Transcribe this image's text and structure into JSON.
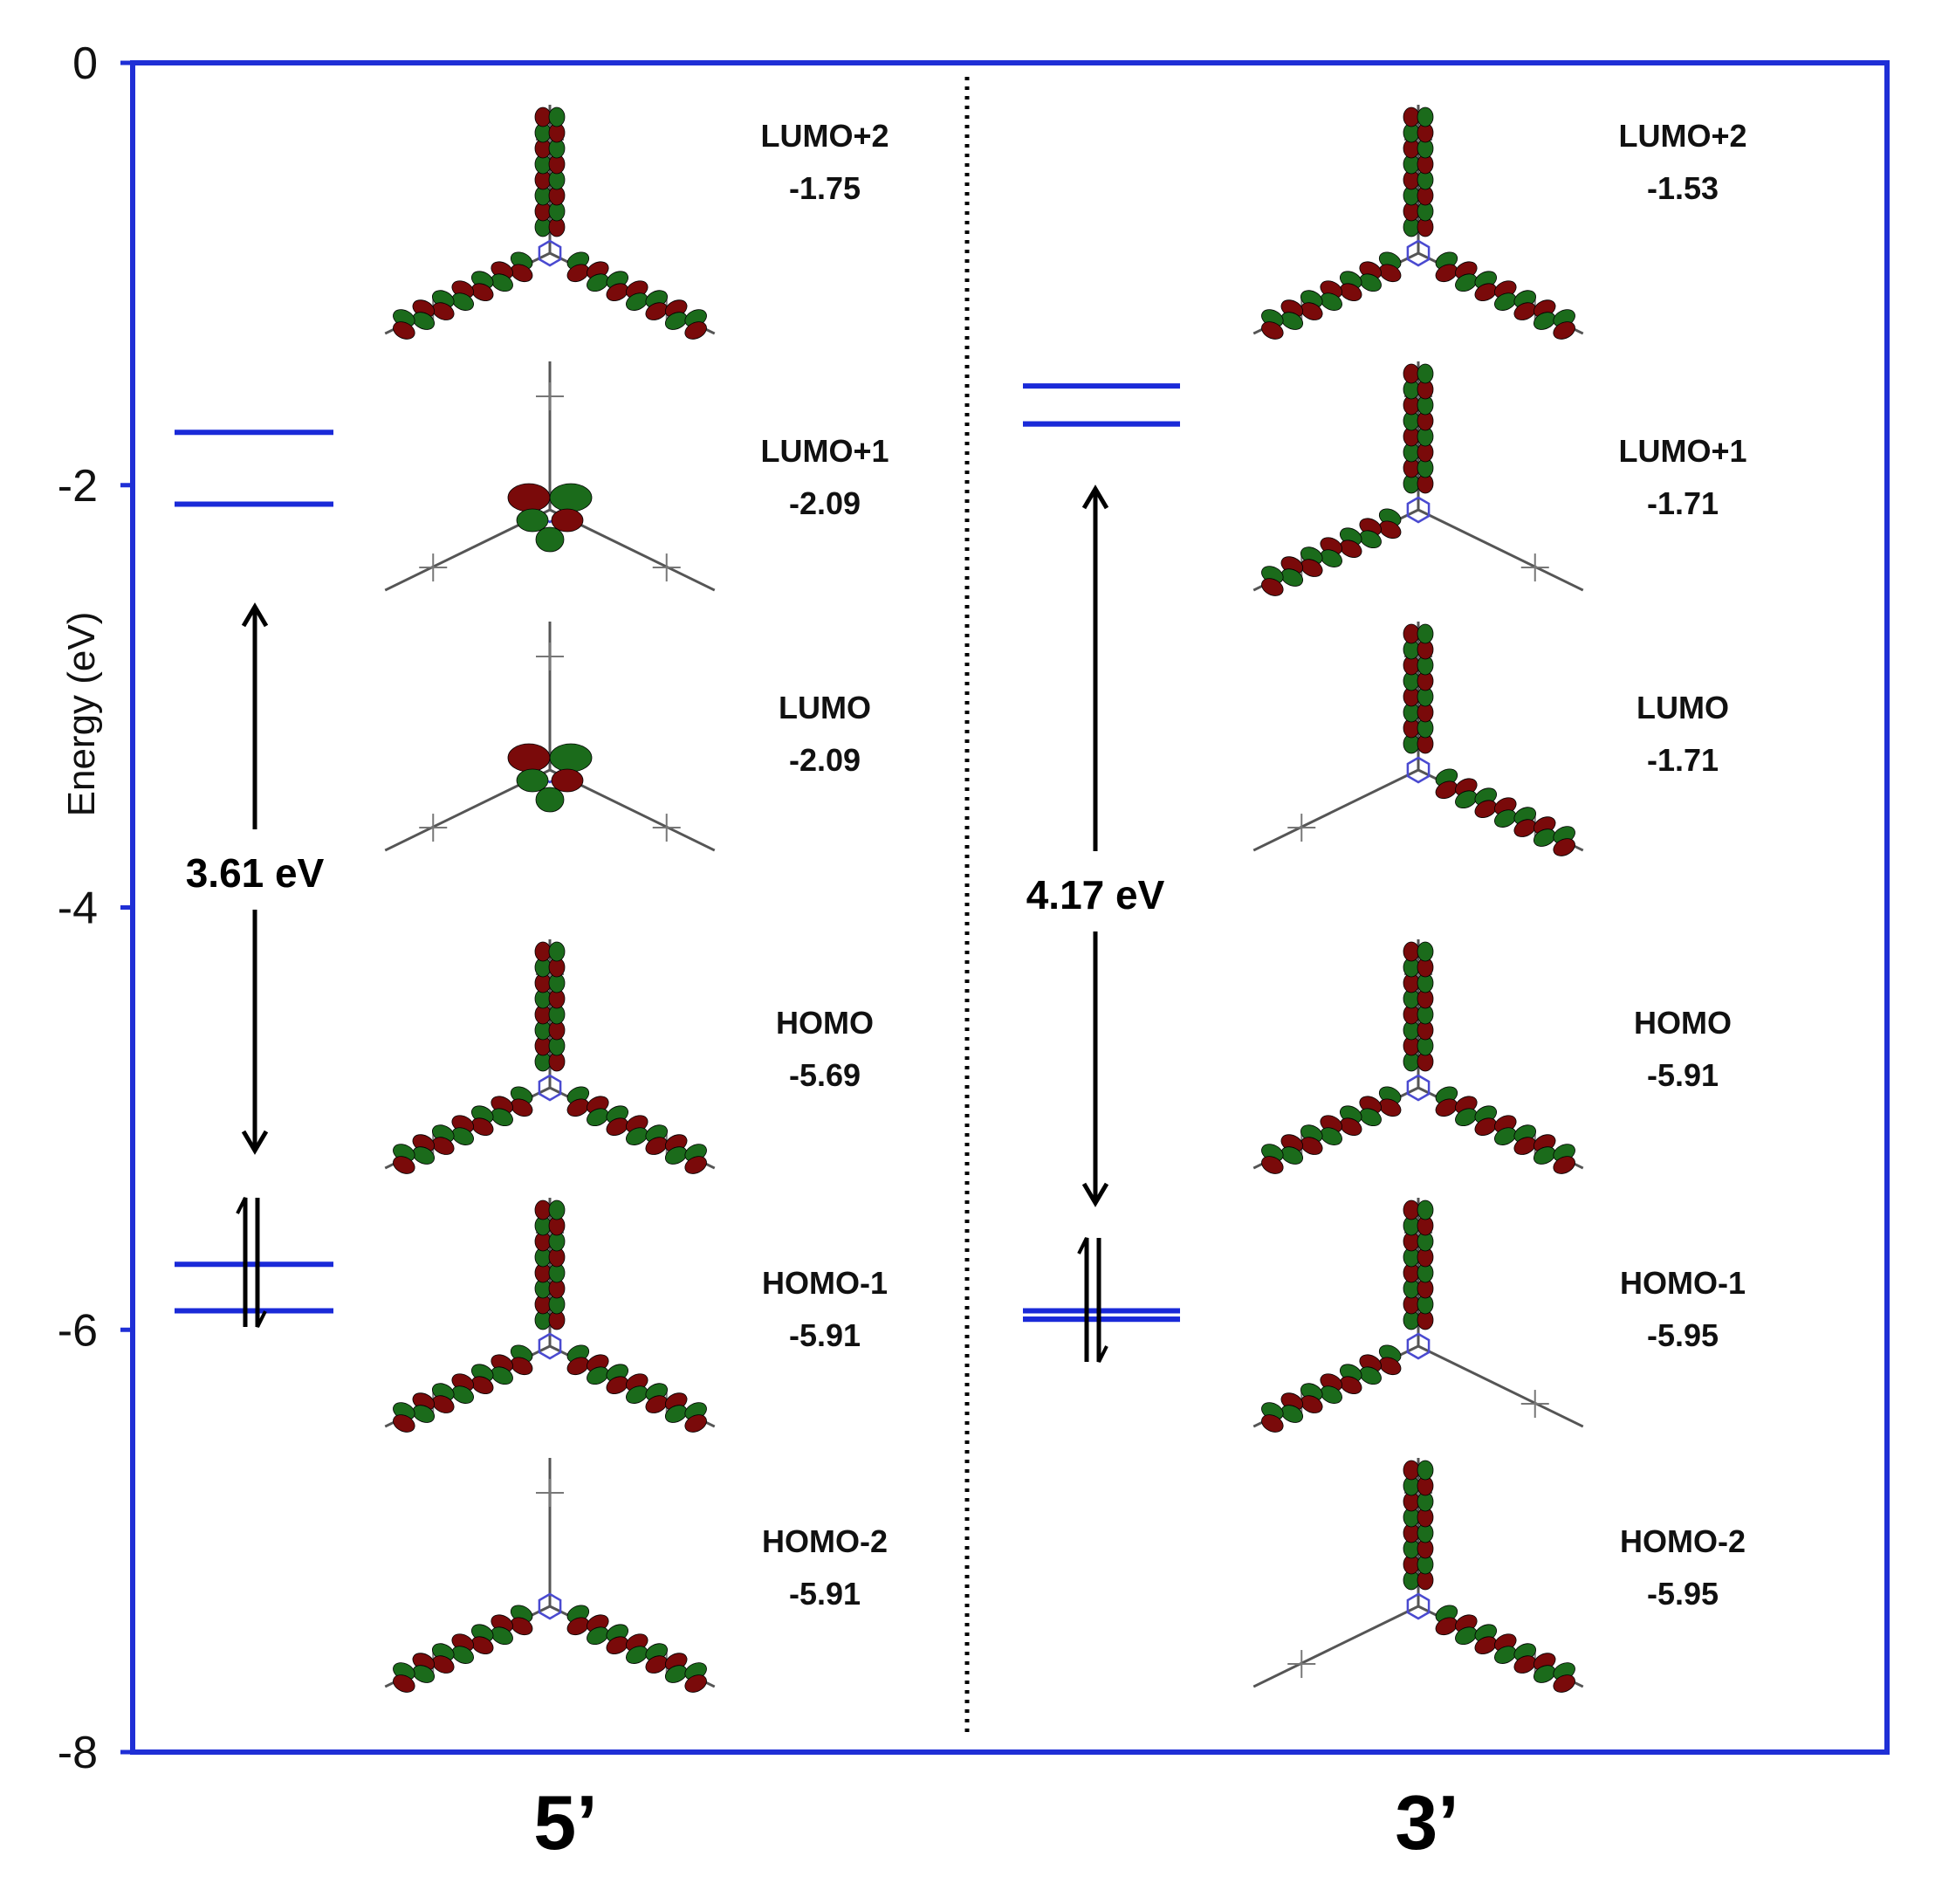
{
  "figure": {
    "axis": {
      "ylabel": "Energy (eV)",
      "ymin": -8,
      "ymax": 0,
      "ticks": [
        {
          "value": 0,
          "label": "0"
        },
        {
          "value": -2,
          "label": "-2"
        },
        {
          "value": -4,
          "label": "-4"
        },
        {
          "value": -6,
          "label": "-6"
        },
        {
          "value": -8,
          "label": "-8"
        }
      ]
    },
    "colors": {
      "frame": "#1f2fd6",
      "level": "#1a2ad8",
      "lobe_red": "#7a0a0a",
      "lobe_green": "#1b6b1b",
      "arrow": "#000000"
    },
    "panels": [
      {
        "compound": "5’",
        "gap_label": "3.61 eV",
        "levels_unoccupied": [
          -1.75,
          -2.09,
          -2.09
        ],
        "levels_occupied": [
          -5.69,
          -5.91,
          -5.91
        ],
        "orbitals": [
          {
            "name": "LUMO+2",
            "energy": "-1.75",
            "lobes": "arms-all"
          },
          {
            "name": "LUMO+1",
            "energy": "-2.09",
            "lobes": "core"
          },
          {
            "name": "LUMO",
            "energy": "-2.09",
            "lobes": "core"
          },
          {
            "name": "HOMO",
            "energy": "-5.69",
            "lobes": "arms-all"
          },
          {
            "name": "HOMO-1",
            "energy": "-5.91",
            "lobes": "arms-all"
          },
          {
            "name": "HOMO-2",
            "energy": "-5.91",
            "lobes": "arms-lower"
          }
        ]
      },
      {
        "compound": "3’",
        "gap_label": "4.17 eV",
        "levels_unoccupied": [
          -1.53,
          -1.71,
          -1.71
        ],
        "levels_occupied": [
          -5.91,
          -5.95,
          -5.95
        ],
        "orbitals": [
          {
            "name": "LUMO+2",
            "energy": "-1.53",
            "lobes": "arms-all"
          },
          {
            "name": "LUMO+1",
            "energy": "-1.71",
            "lobes": "arms-top-left"
          },
          {
            "name": "LUMO",
            "energy": "-1.71",
            "lobes": "arms-top-right"
          },
          {
            "name": "HOMO",
            "energy": "-5.91",
            "lobes": "arms-all"
          },
          {
            "name": "HOMO-1",
            "energy": "-5.95",
            "lobes": "arms-top-left"
          },
          {
            "name": "HOMO-2",
            "energy": "-5.95",
            "lobes": "arms-top-right"
          }
        ]
      }
    ]
  }
}
